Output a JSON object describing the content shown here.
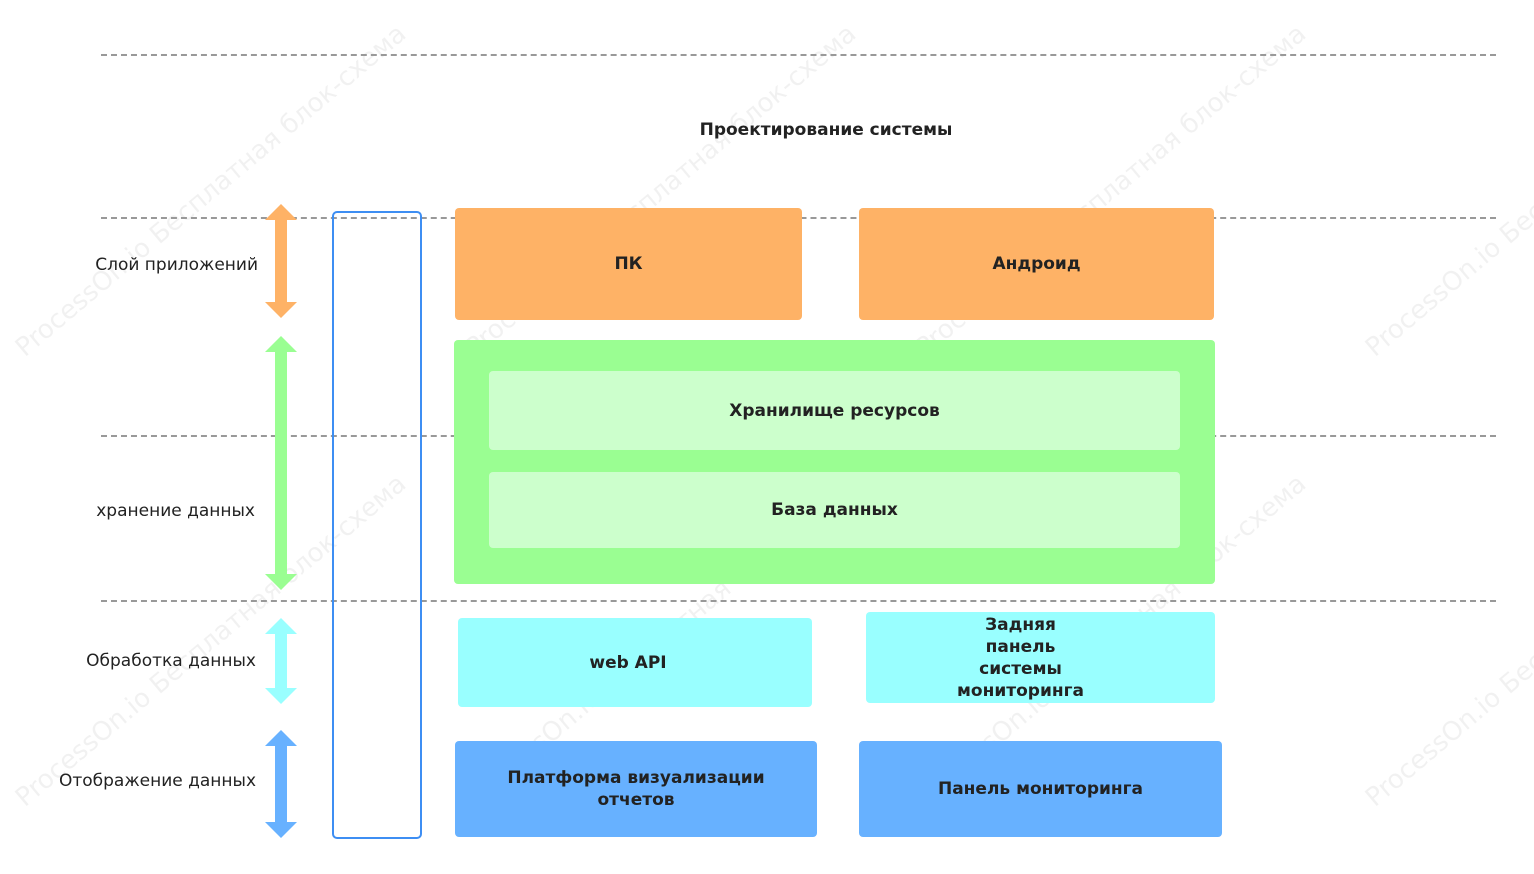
{
  "title": "Проектирование системы",
  "watermark_text": "ProcessOn.io Бесплатная блок-схема",
  "layers": {
    "apps": "Слой приложений",
    "storage": "хранение данных",
    "processing": "Обработка данных",
    "display": "Отображение данных"
  },
  "blocks": {
    "pc": "ПК",
    "android": "Андроид",
    "resource_storage": "Хранилище ресурсов",
    "database": "База данных",
    "web_api": "web API",
    "monitor_backend": "Задняя панель системы мониторинга",
    "report_platform": "Платформа визуализации отчетов",
    "monitor_panel": "Панель мониторинга"
  },
  "colors": {
    "apps": "#feb266",
    "storage": "#9afe92",
    "storage_inner": "#ccffcc",
    "processing": "#99ffff",
    "display": "#67b1ff",
    "side_bar": "#3d8ef3"
  }
}
